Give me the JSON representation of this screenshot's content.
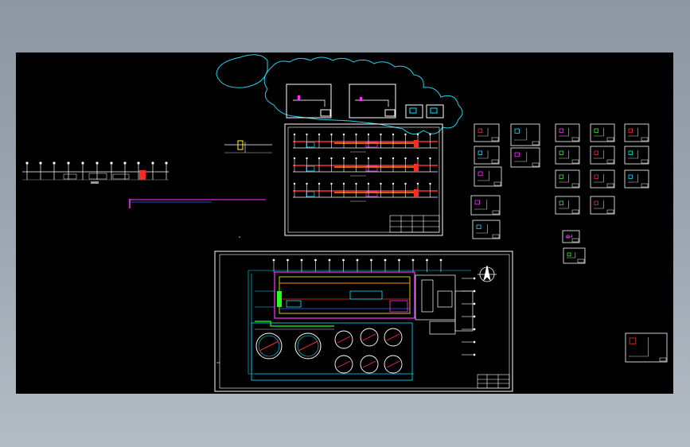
{
  "canvas": {
    "background": "#000000",
    "surround": "#9aa3ae"
  },
  "colors": {
    "frame": "#ffffff",
    "revision_cloud": "#22d3e6",
    "red": "#ff2a2a",
    "orange": "#ff8c00",
    "magenta": "#ff33ff",
    "cyan": "#00e5ff",
    "yellow": "#ffff00",
    "green": "#22ff22",
    "blue": "#3366ff"
  },
  "icons": [
    "revision-cloud-icon",
    "north-arrow-icon"
  ],
  "sheets": {
    "elevation_sheet": {
      "rows": 3
    },
    "plan_sheet": {
      "circular_tanks_large": 2,
      "circular_tanks_small": 6
    },
    "detail_sheets": {
      "count": 24
    }
  }
}
